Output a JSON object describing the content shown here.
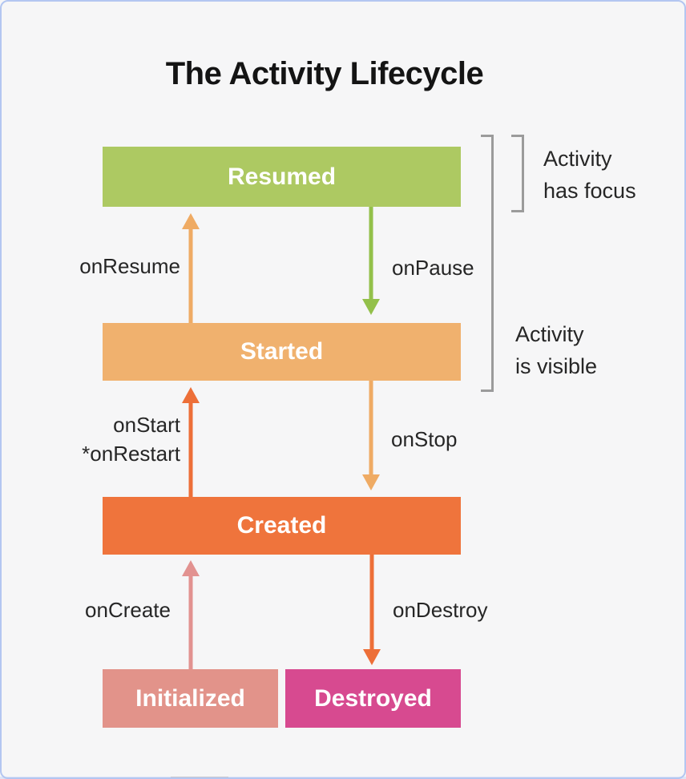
{
  "title": "The Activity Lifecycle",
  "states": [
    {
      "name": "resumed",
      "label": "Resumed",
      "color": "#adc962"
    },
    {
      "name": "started",
      "label": "Started",
      "color": "#f0b16e"
    },
    {
      "name": "created",
      "label": "Created",
      "color": "#ef743c"
    },
    {
      "name": "initialized",
      "label": "Initialized",
      "color": "#e2938a"
    },
    {
      "name": "destroyed",
      "label": "Destroyed",
      "color": "#d74a90"
    }
  ],
  "transitions": [
    {
      "name": "onResume",
      "label": "onResume",
      "direction": "up",
      "from": "Started",
      "to": "Resumed",
      "color": "#efab64"
    },
    {
      "name": "onPause",
      "label": "onPause",
      "direction": "down",
      "from": "Resumed",
      "to": "Started",
      "color": "#93c04a"
    },
    {
      "name": "onStart",
      "label": "onStart",
      "label2": "*onRestart",
      "direction": "up",
      "from": "Created",
      "to": "Started",
      "color": "#ed6f38"
    },
    {
      "name": "onStop",
      "label": "onStop",
      "direction": "down",
      "from": "Started",
      "to": "Created",
      "color": "#efab64"
    },
    {
      "name": "onCreate",
      "label": "onCreate",
      "direction": "up",
      "from": "Initialized",
      "to": "Created",
      "color": "#e29290"
    },
    {
      "name": "onDestroy",
      "label": "onDestroy",
      "direction": "down",
      "from": "Created",
      "to": "Destroyed",
      "color": "#ed6f38"
    }
  ],
  "annotations": [
    {
      "name": "activity-has-focus",
      "line1": "Activity",
      "line2": "has focus"
    },
    {
      "name": "activity-is-visible",
      "line1": "Activity",
      "line2": "is visible"
    }
  ],
  "colors": {
    "background": "#f6f6f7",
    "frame_border": "#b3c6f1",
    "text": "#262626",
    "box_text": "#ffffff",
    "bracket": "#9b9b9b"
  }
}
